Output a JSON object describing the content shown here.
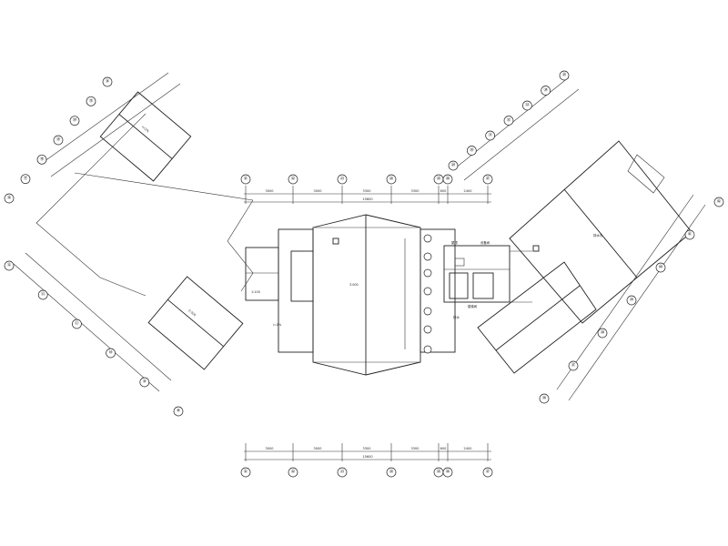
{
  "plan": {
    "top_axes": [
      "㉑",
      "㉒",
      "㉓",
      "㉔",
      "㉕",
      "㉖",
      "㉗"
    ],
    "bottom_axes": [
      "㉑",
      "㉒",
      "㉓",
      "㉔",
      "㉕",
      "㉖",
      "㉗"
    ],
    "top_dims": [
      "3000",
      "3000",
      "3300",
      "3300",
      "600",
      "2400"
    ],
    "top_total": "15600",
    "bottom_dims": [
      "3000",
      "3000",
      "3300",
      "3300",
      "600",
      "2400"
    ],
    "bottom_total": "15600",
    "left_upper_axes": [
      "⑯",
      "⑰",
      "⑱",
      "⑲",
      "⑳",
      "⑮",
      "⑭"
    ],
    "left_lower_axes": [
      "⑫",
      "⑬",
      "⑪",
      "⑩",
      "⑨",
      "⑧"
    ],
    "right_upper_axes": [
      "㉙",
      "㉚",
      "㉛",
      "㉜",
      "㉝",
      "㉞",
      "㉟"
    ],
    "right_lower_axes": [
      "㊱",
      "㊲",
      "㊳",
      "㊴",
      "㊵",
      "㊶",
      "㊷"
    ],
    "notes": {
      "ridge": "3.000",
      "gutter_top": "排水沟",
      "drain_label": "排水",
      "slope_a": "i=2%",
      "slope_b": "i=2%",
      "room_a": "屋顶",
      "room_b": "设备间",
      "stair": "楼梯间",
      "mark_a": "1:100",
      "mark_b": "0.000"
    }
  }
}
